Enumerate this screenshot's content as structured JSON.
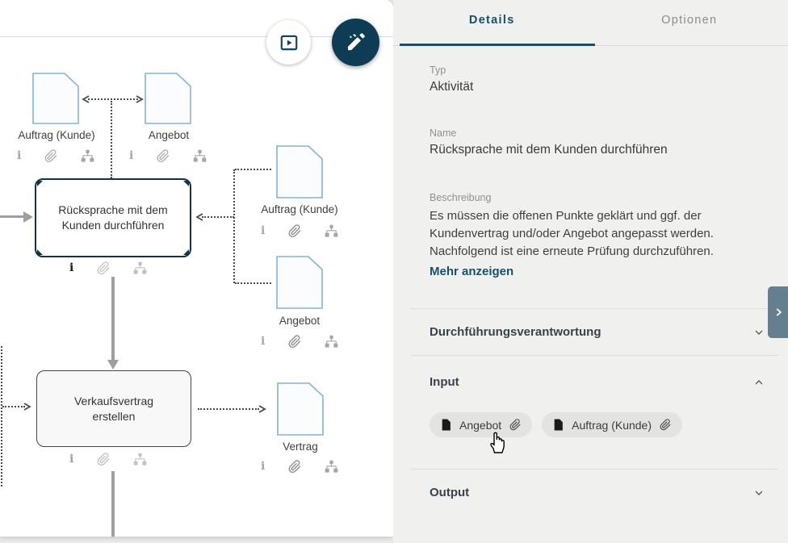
{
  "colors": {
    "accent": "#14506e",
    "navy-button": "#0e3c55",
    "expander": "#64808e",
    "doc-border": "#82b4d8",
    "selection": "#12344a"
  },
  "icons": {
    "info_glyph": "i"
  },
  "panel": {
    "tabs": [
      {
        "label": "Details"
      },
      {
        "label": "Optionen"
      }
    ],
    "typ": {
      "label": "Typ",
      "value": "Aktivität"
    },
    "name": {
      "label": "Name",
      "value": "Rücksprache mit dem Kunden durchführen"
    },
    "beschreibung": {
      "label": "Beschreibung",
      "value": "Es müssen die offenen Punkte geklärt und ggf. der Kundenvertrag und/oder Angebot angepasst werden. Nachfolgend ist eine erneute Prüfung durchzuführen.",
      "more_label": "Mehr anzeigen"
    },
    "sections": [
      {
        "label": "Durchführungsverantwortung",
        "state": "collapsed"
      },
      {
        "label": "Input",
        "state": "expanded"
      },
      {
        "label": "Output",
        "state": "collapsed"
      }
    ],
    "input_chips": [
      {
        "label": "Angebot"
      },
      {
        "label": "Auftrag (Kunde)"
      }
    ]
  },
  "canvas": {
    "documents": [
      {
        "label": "Auftrag (Kunde)"
      },
      {
        "label": "Angebot"
      },
      {
        "label": "Auftrag (Kunde)"
      },
      {
        "label": "Angebot"
      },
      {
        "label": "Vertrag"
      }
    ],
    "activities": [
      {
        "line1": "Rücksprache mit dem",
        "line2": "Kunden durchführen",
        "selected": true
      },
      {
        "line1": "Verkaufsvertrag",
        "line2": "erstellen",
        "selected": false
      }
    ]
  }
}
